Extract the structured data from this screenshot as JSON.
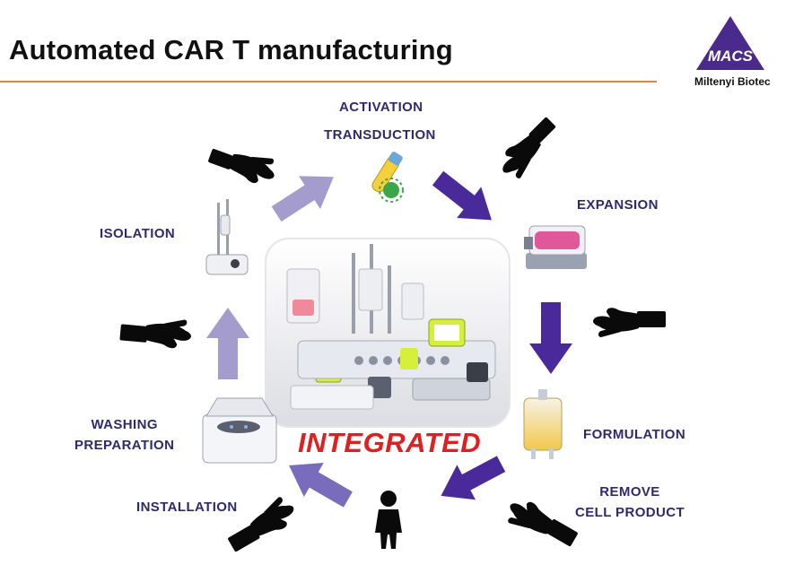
{
  "title": "Automated CAR T manufacturing",
  "logo": {
    "mark": "MACS",
    "company": "Miltenyi Biotec"
  },
  "steps": {
    "activation": "ACTIVATION",
    "transduction": "TRANSDUCTION",
    "expansion": "EXPANSION",
    "formulation": "FORMULATION",
    "remove_line1": "REMOVE",
    "remove_line2": "CELL PRODUCT",
    "installation": "INSTALLATION",
    "washing": "WASHING",
    "preparation": "PREPARATION",
    "isolation": "ISOLATION"
  },
  "center_label": "INTEGRATED",
  "colors": {
    "accent_rule": "#e8823a",
    "label": "#2e2a6e",
    "arrow_dark": "#4a2a9a",
    "arrow_light": "#a49ccc",
    "integrated": "#e02020",
    "logo": "#4a2a8a"
  },
  "icons": [
    "hand-icon",
    "person-icon",
    "centrifuge-icon",
    "bioreactor-icon",
    "blood-bag-icon",
    "virus-tube-icon",
    "separator-icon"
  ]
}
